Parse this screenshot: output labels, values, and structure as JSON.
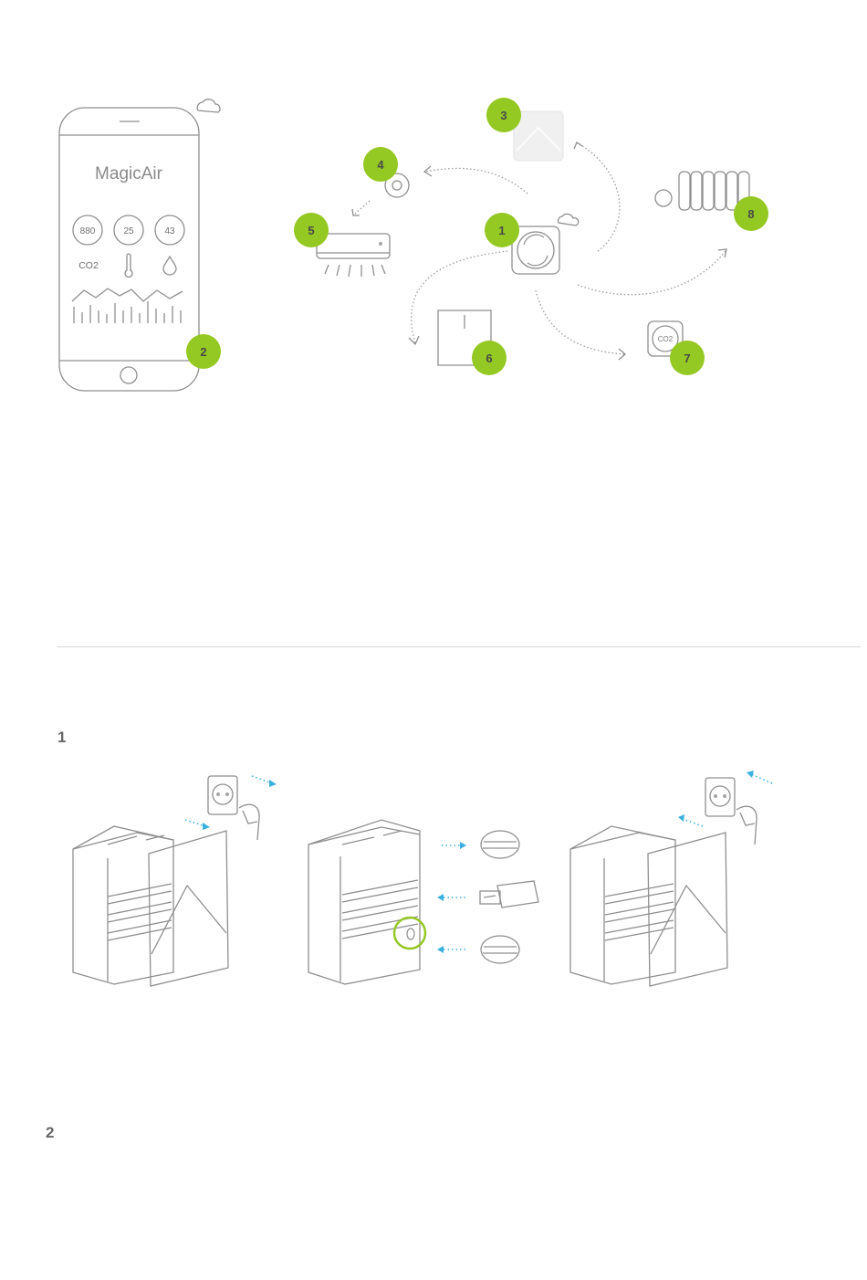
{
  "diagram": {
    "app_logo_text": "MagicAir",
    "phone_readings": [
      {
        "value": "880",
        "label": "CO2"
      },
      {
        "value": "25",
        "label": ""
      },
      {
        "value": "43",
        "label": ""
      }
    ],
    "badges": [
      "1",
      "2",
      "3",
      "4",
      "5",
      "6",
      "7",
      "8"
    ],
    "co2_sensor_label": "CO2"
  },
  "sections": [
    {
      "number": "1"
    },
    {
      "number": "2"
    }
  ],
  "colors": {
    "accent_green": "#94c823",
    "arrow_blue": "#3ab0dd",
    "line_gray": "#8f8f8f"
  }
}
